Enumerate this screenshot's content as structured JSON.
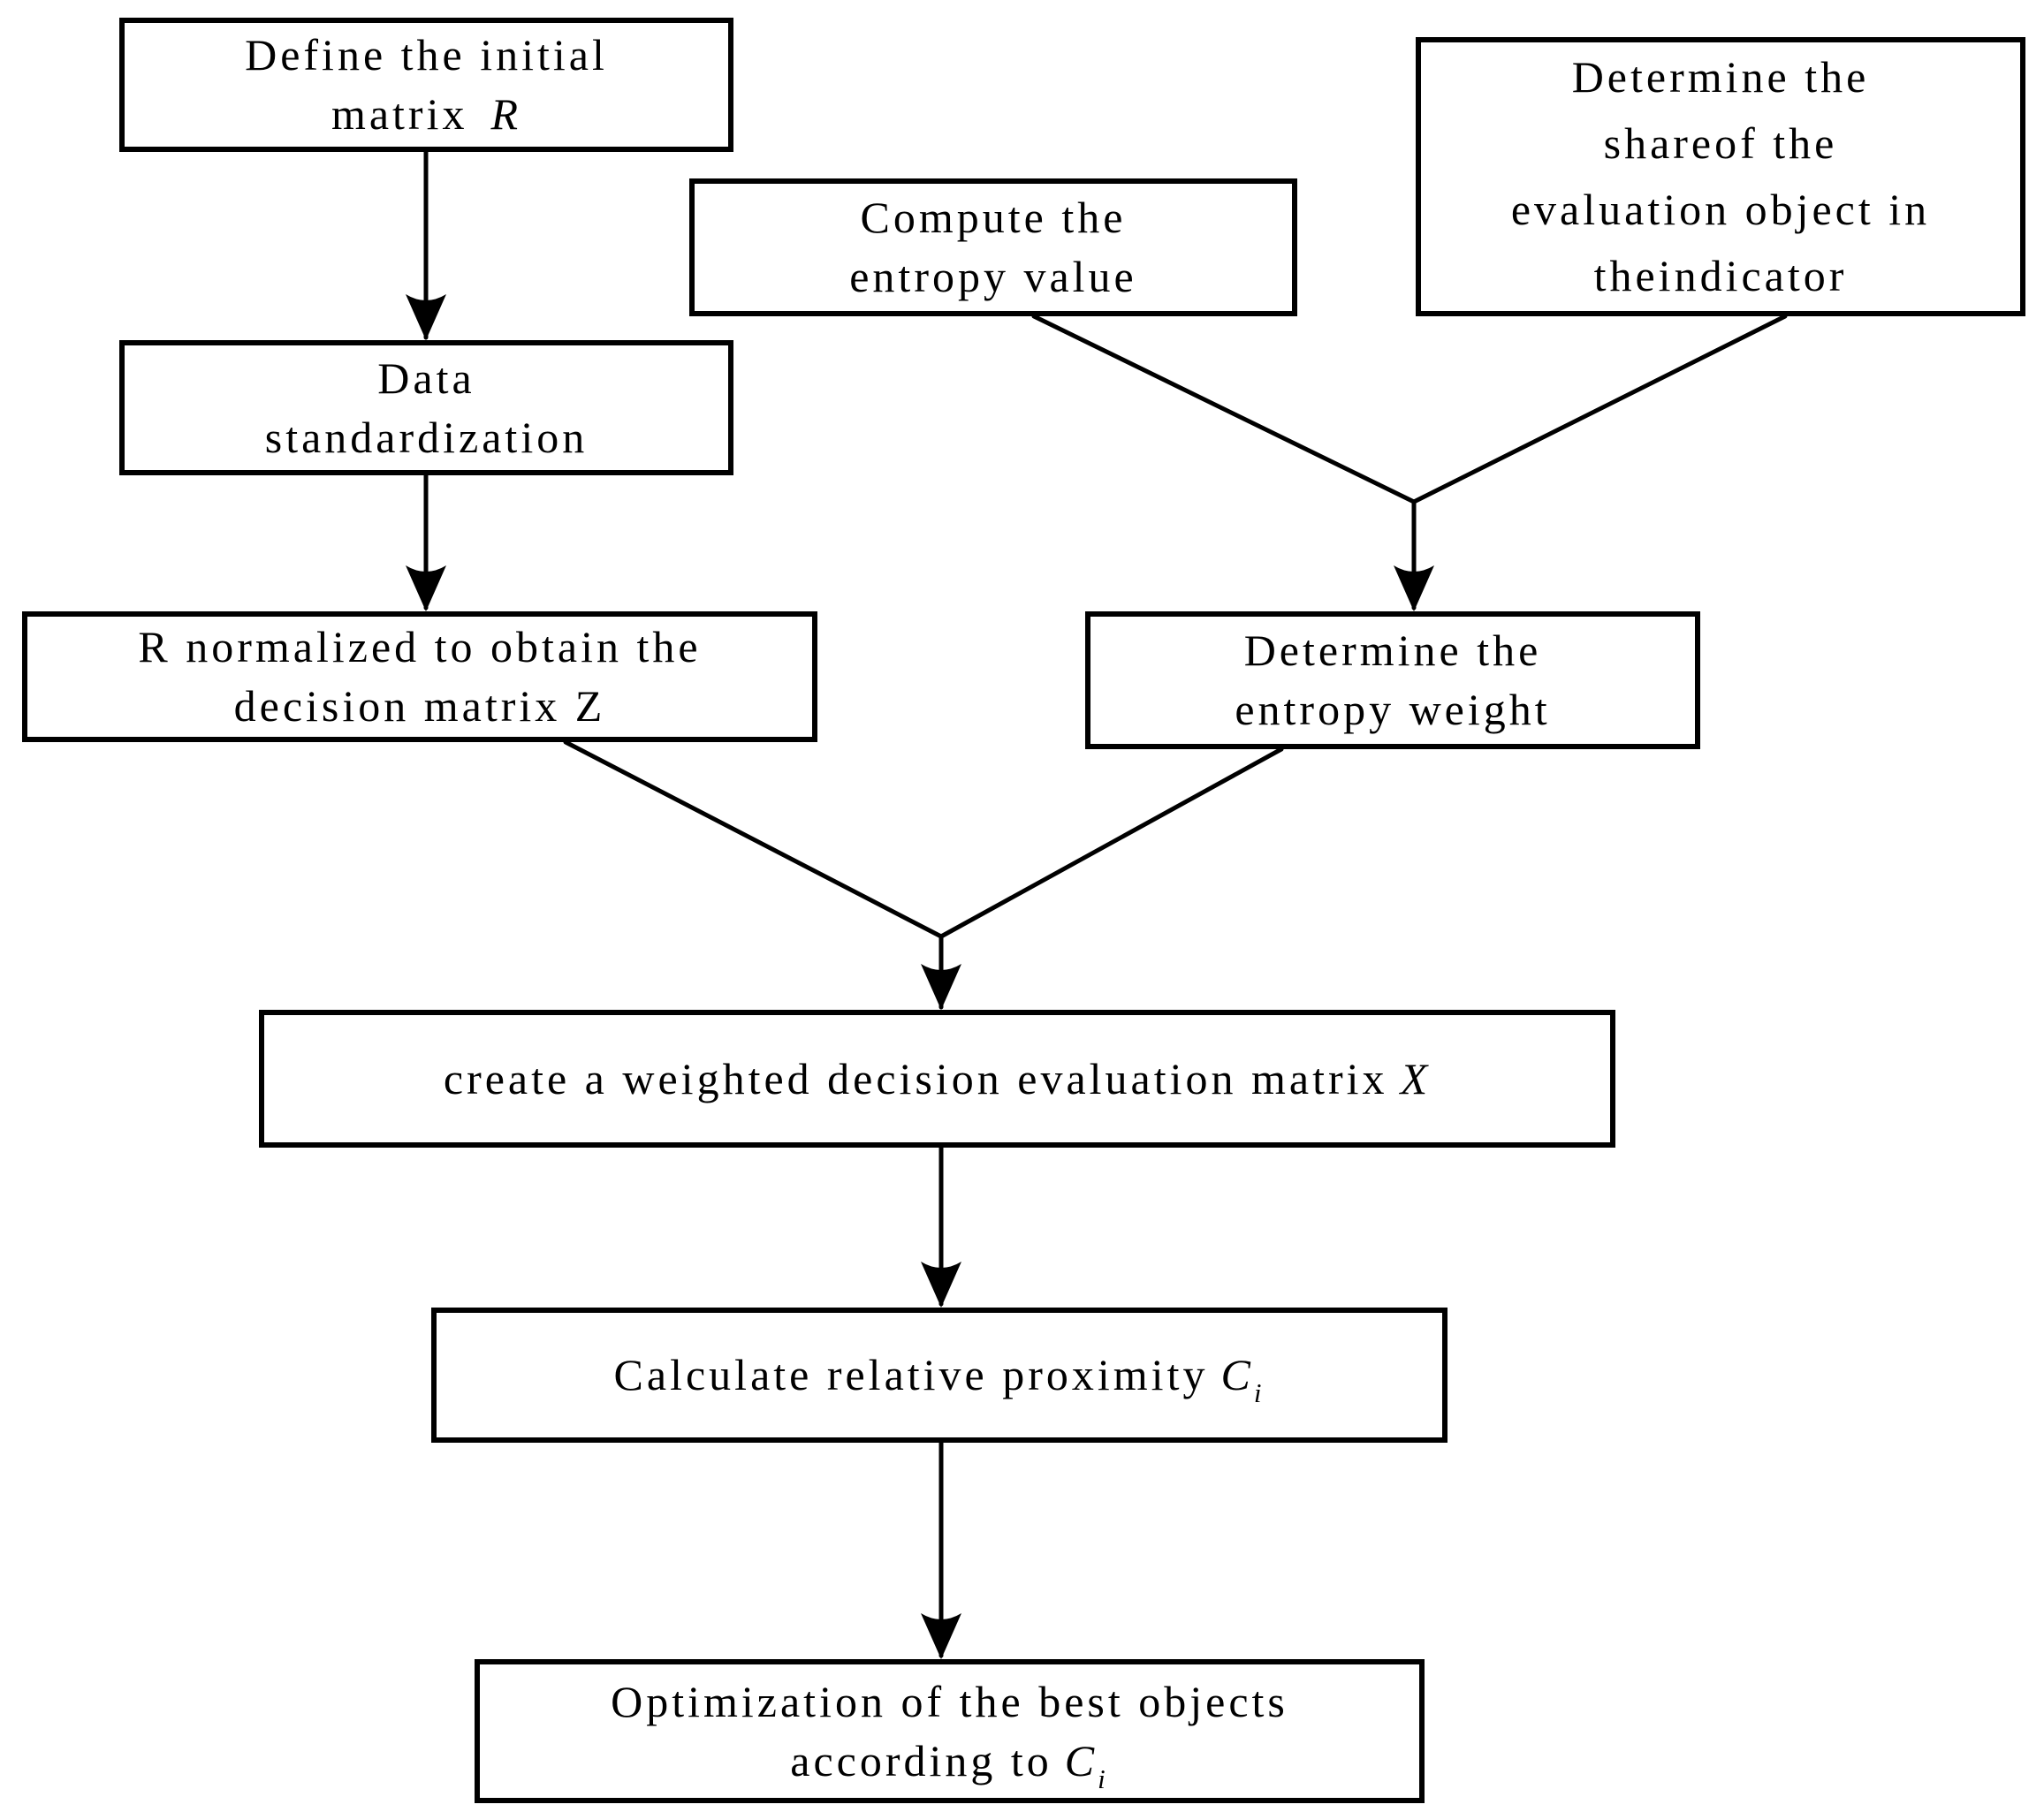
{
  "diagram": {
    "type": "flowchart",
    "background_color": "#ffffff",
    "line_color": "#000000",
    "nodes": {
      "define": {
        "line1": "Define the initial",
        "line2": "matrix",
        "var": "R"
      },
      "compute": {
        "line1": "Compute the",
        "line2": "entropy value"
      },
      "share": {
        "line1": "Determine the",
        "line2": "shareof the",
        "line3": "evaluation object in",
        "line4": "theindicator"
      },
      "datastd": {
        "line1": "Data",
        "line2": "standardization"
      },
      "rnorm": {
        "line1": "R normalized to obtain the",
        "line2": "decision matrix Z"
      },
      "entweight": {
        "line1": "Determine the",
        "line2": "entropy weight"
      },
      "create": {
        "text": "create a weighted decision evaluation matrix",
        "var": "X"
      },
      "calc": {
        "text": "Calculate relative proximity",
        "var": "C",
        "var_sub": "i"
      },
      "opt": {
        "line1": "Optimization of the best objects",
        "line2": "according to",
        "var": "C",
        "var_sub": "i"
      }
    },
    "edges": [
      {
        "from": "define",
        "to": "datastd"
      },
      {
        "from": "datastd",
        "to": "rnorm"
      },
      {
        "from": "compute",
        "to": "entweight"
      },
      {
        "from": "share",
        "to": "entweight"
      },
      {
        "from": "rnorm",
        "to": "create"
      },
      {
        "from": "entweight",
        "to": "create"
      },
      {
        "from": "create",
        "to": "calc"
      },
      {
        "from": "calc",
        "to": "opt"
      }
    ]
  }
}
